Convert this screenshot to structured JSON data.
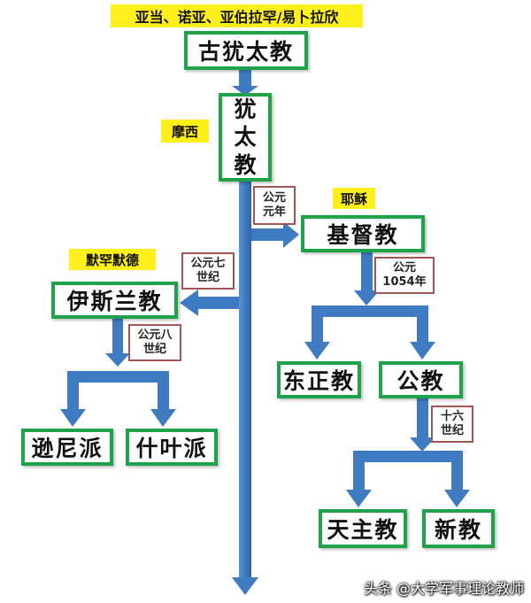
{
  "header_note": "亚当、诺亚、亚伯拉罕/易卜拉欣",
  "nodes": {
    "ancient_judaism": "古犹太教",
    "judaism": [
      "犹",
      "太",
      "教"
    ],
    "christianity": "基督教",
    "islam": "伊斯兰教",
    "orthodox": "东正教",
    "catholic": "公教",
    "sunni": "逊尼派",
    "shia": "什叶派",
    "roman_catholic": "天主教",
    "protestant": "新教"
  },
  "founders": {
    "moses": "摩西",
    "jesus": "耶稣",
    "muhammad": "默罕默德"
  },
  "eras": {
    "ad_1": "公元\n元年",
    "century_7": "公元七\n世纪",
    "century_8": "公元八\n世纪",
    "ad_1054": "公元\n1054年",
    "century_16": "十六\n世纪"
  },
  "colors": {
    "box_border": "#1fa24a",
    "arrow": "#3f7bc1",
    "note_bg": "#ffef1a",
    "era_border": "#a35454"
  },
  "watermark": "头条 @大学军事理论教师"
}
